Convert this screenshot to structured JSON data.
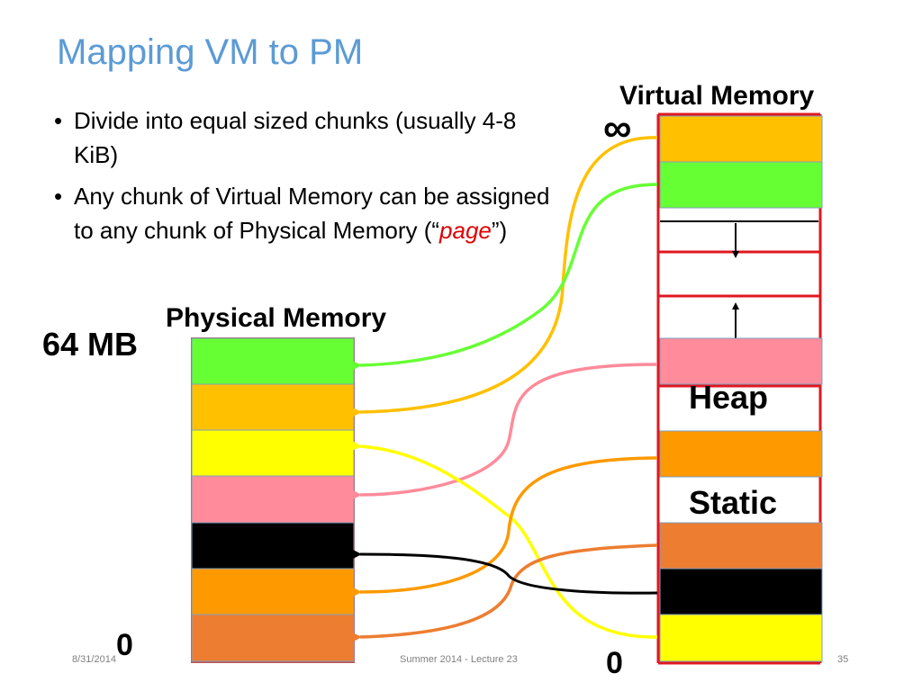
{
  "slide": {
    "title": "Mapping VM to PM",
    "bullets": [
      {
        "text": "Divide into equal sized chunks (usually 4-8 KiB)"
      },
      {
        "text_before": "Any chunk of Virtual Memory can be assigned to any chunk of Physical Memory (“",
        "emphasis": "page",
        "text_after": "”)"
      }
    ]
  },
  "diagram": {
    "physical": {
      "title": "Physical Memory",
      "top_label": "64 MB",
      "bottom_label": "0",
      "pages_top_to_bottom": [
        "green",
        "gold",
        "yellow",
        "pink",
        "black",
        "orange",
        "dark-orange"
      ]
    },
    "virtual": {
      "title": "Virtual Memory",
      "top_label": "∞",
      "bottom_label": "0",
      "heap_label": "Heap",
      "static_label": "Static",
      "pages": [
        "gold",
        "green",
        "pink",
        "orange",
        "dark-orange",
        "black",
        "yellow"
      ]
    },
    "colors": {
      "green": "#66ff33",
      "gold": "#ffc000",
      "yellow": "#ffff00",
      "pink": "#ff8b9b",
      "black": "#000000",
      "orange": "#ff9900",
      "dark-orange": "#ed7d31",
      "frame-red": "#e0171f"
    }
  },
  "footer": {
    "date": "8/31/2014",
    "center": "Summer 2014 - Lecture 23",
    "page_number": "35"
  }
}
